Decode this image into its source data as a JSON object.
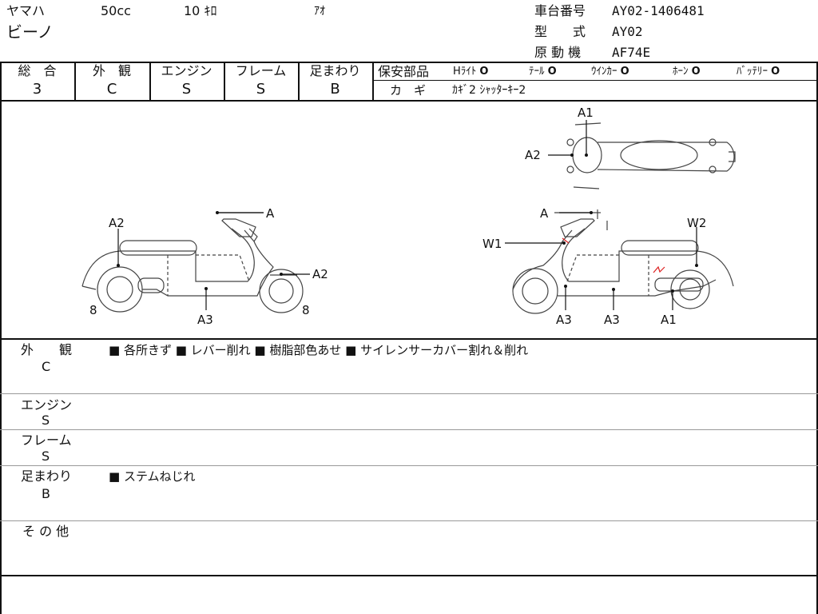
{
  "header": {
    "maker": "ヤマハ",
    "displacement": "50cc",
    "mileage": "10 ｷﾛ",
    "color": "ｱｵ",
    "model_name": "ビーノ",
    "frame_no_label": "車台番号",
    "frame_no": "AY02-1406481",
    "type_label": "型　　式",
    "type_value": "AY02",
    "engine_label": "原 動 機",
    "engine_value": "AF74E"
  },
  "grades": {
    "overall_label": "総　合",
    "overall": "3",
    "exterior_label": "外　観",
    "exterior": "C",
    "engine_label": "エンジン",
    "engine": "S",
    "frame_label": "フレーム",
    "frame": "S",
    "suspension_label": "足まわり",
    "suspension": "B"
  },
  "safety": {
    "label": "保安部品",
    "items": [
      {
        "name": "Hﾗｲﾄ",
        "mark": "O"
      },
      {
        "name": "ﾃｰﾙ",
        "mark": "O"
      },
      {
        "name": "ｳｲﾝｶｰ",
        "mark": "O"
      },
      {
        "name": "ﾎｰﾝ",
        "mark": "O"
      },
      {
        "name": "ﾊﾞｯﾃﾘｰ",
        "mark": "O"
      }
    ],
    "key_label": "カ　ギ",
    "key_value": "ｶｷﾞ2 ｼｬｯﾀｰｷｰ2"
  },
  "diagram": {
    "left_labels": [
      "A2",
      "A",
      "A2",
      "A3",
      "8",
      "8"
    ],
    "right_labels": [
      "A",
      "W1",
      "W2",
      "A3",
      "A3",
      "A1"
    ],
    "top_labels": [
      "A1",
      "A2"
    ]
  },
  "remarks": {
    "exterior_label": "外　　観",
    "exterior_grade": "C",
    "exterior_notes": "■ 各所きず ■ レバー削れ ■ 樹脂部色あせ ■ サイレンサーカバー割れ＆削れ",
    "engine_label": "エンジン",
    "engine_grade": "S",
    "frame_label": "フレーム",
    "frame_grade": "S",
    "suspension_label": "足まわり",
    "suspension_grade": "B",
    "suspension_notes": "■ ステムねじれ",
    "other_label": "そ の 他"
  }
}
